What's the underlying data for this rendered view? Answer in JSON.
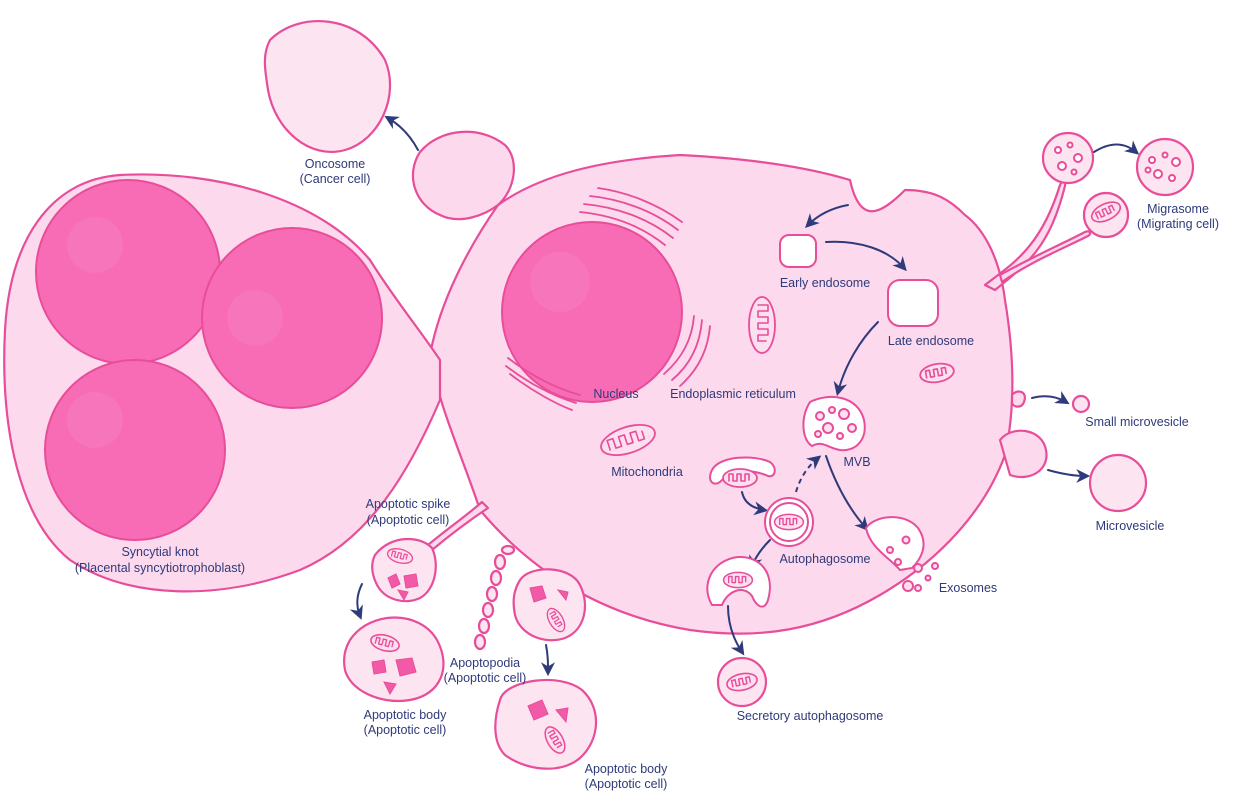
{
  "labels": {
    "oncosome": "Oncosome",
    "oncosome_source": "(Cancer cell)",
    "syncytial_knot": "Syncytial knot",
    "syncytial_source": "(Placental syncytiotrophoblast)",
    "migrasome": "Migrasome",
    "migrasome_source": "(Migrating cell)",
    "early_endosome": "Early endosome",
    "late_endosome": "Late endosome",
    "nucleus": "Nucleus",
    "er": "Endoplasmic reticulum",
    "mitochondria": "Mitochondria",
    "mvb": "MVB",
    "small_microvesicle": "Small microvesicle",
    "microvesicle": "Microvesicle",
    "autophagosome": "Autophagosome",
    "exosomes": "Exosomes",
    "secretory_autophagosome": "Secretory autophagosome",
    "apoptotic_spike": "Apoptotic spike",
    "apoptotic_spike_source": "(Apoptotic cell)",
    "apoptopodia": "Apoptopodia",
    "apoptopodia_source": "(Apoptotic cell)",
    "apoptotic_body_1": "Apoptotic body",
    "apoptotic_body_1_source": "(Apoptotic cell)",
    "apoptotic_body_2": "Apoptotic body",
    "apoptotic_body_2_source": "(Apoptotic cell)"
  },
  "colors": {
    "membrane": "#e84d9a",
    "cytoplasm": "#fcd9ec",
    "nucleus": "#f86cb6",
    "arrow": "#2f3a7a"
  }
}
